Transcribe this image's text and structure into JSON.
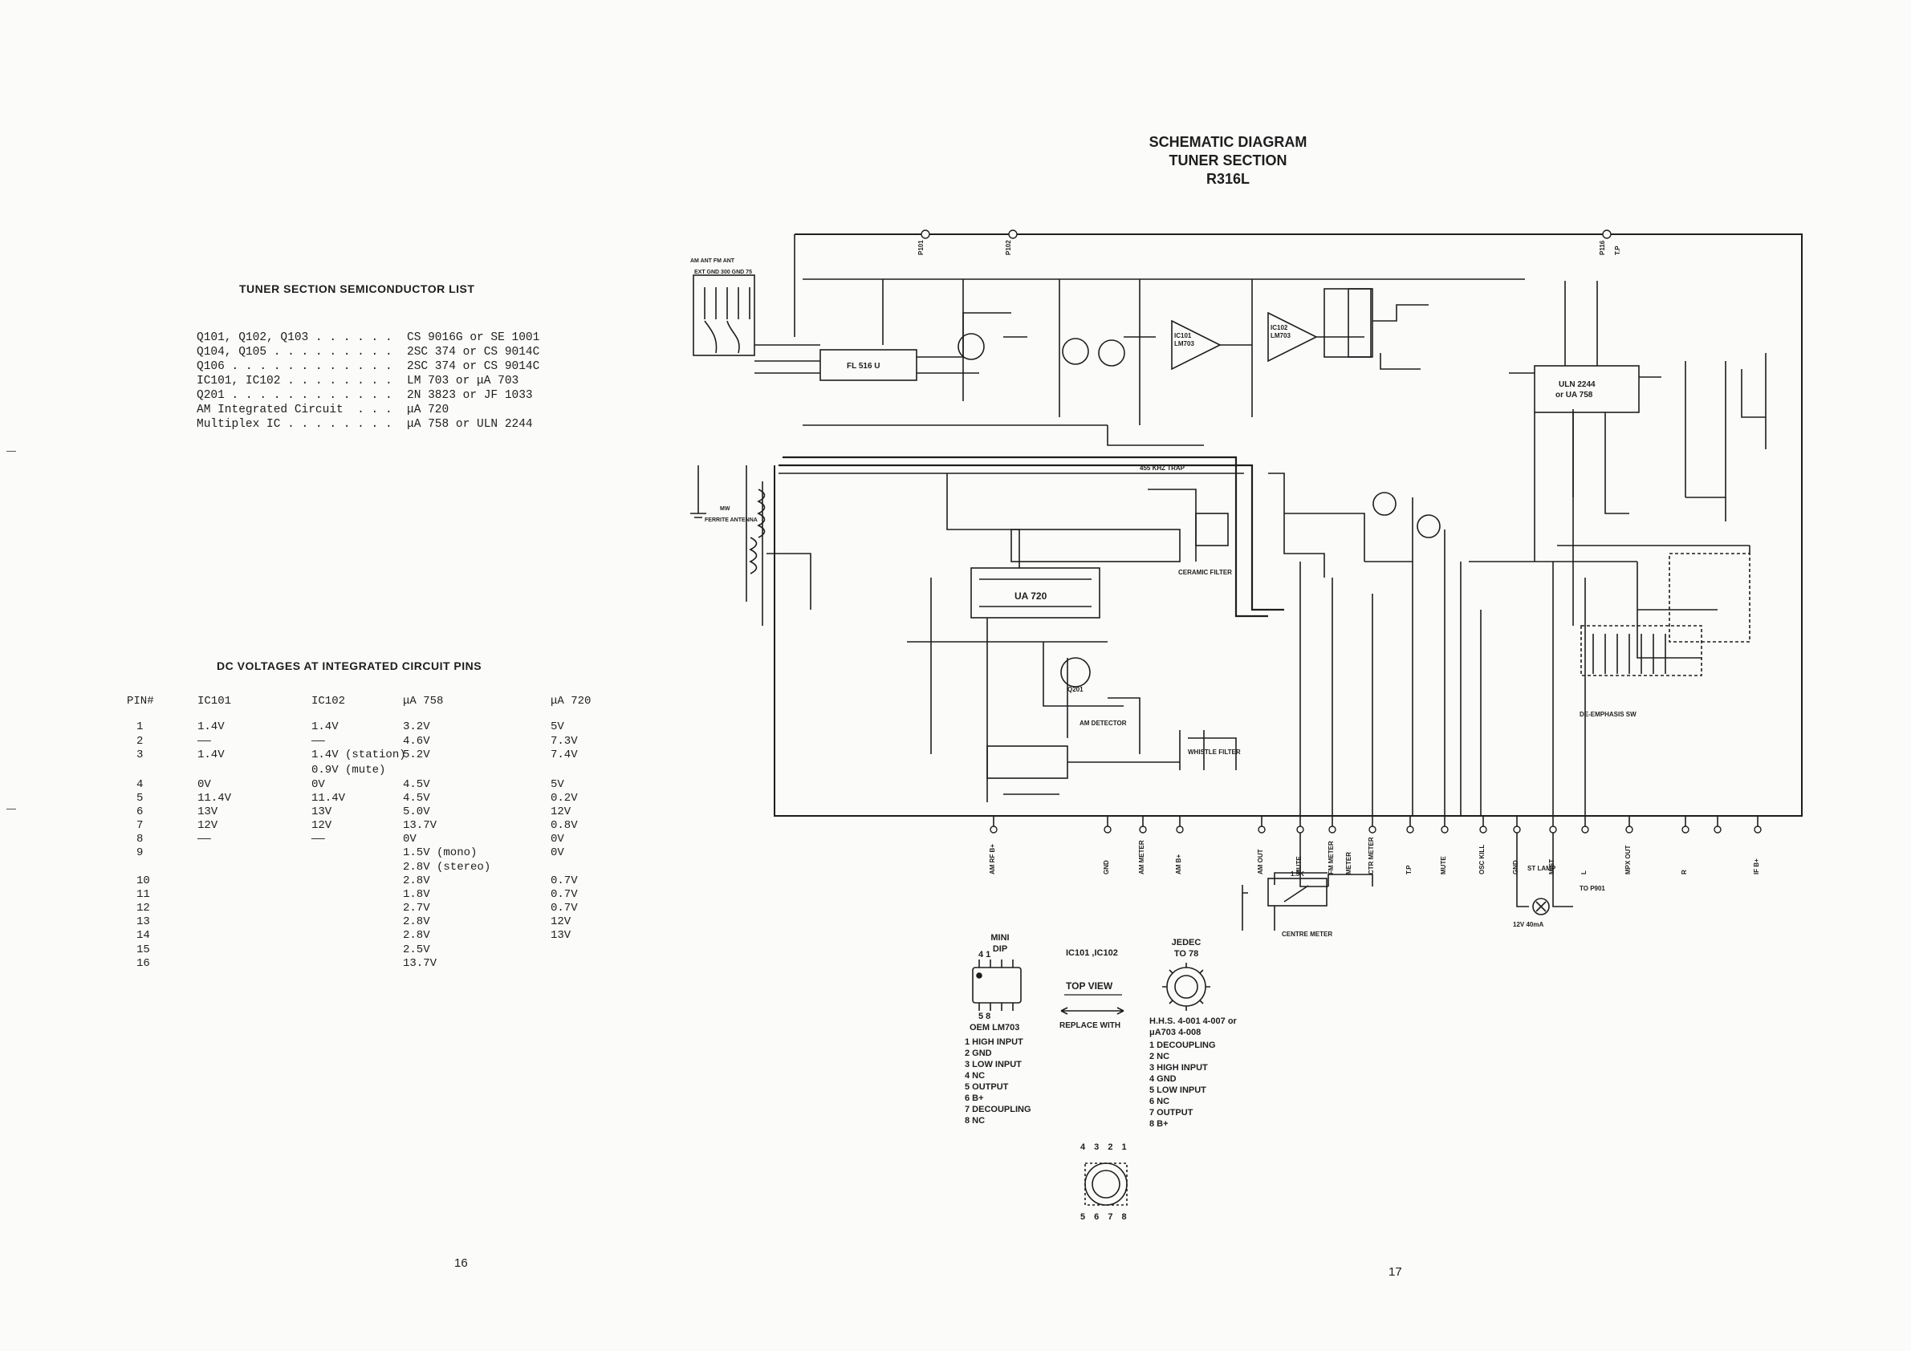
{
  "left_page": {
    "semiconductor_list": {
      "heading": "TUNER SECTION SEMICONDUCTOR LIST",
      "rows": [
        {
          "label": "Q101, Q102, Q103 . . . . . .",
          "part": "CS 9016G or SE 1001"
        },
        {
          "label": "Q104, Q105 . . . . . . . . .",
          "part": "2SC 374 or CS 9014C"
        },
        {
          "label": "Q106 . . . . . . . . . . . .",
          "part": "2SC 374 or CS 9014C"
        },
        {
          "label": "IC101, IC102 . . . . . . . .",
          "part": "LM 703 or μA 703"
        },
        {
          "label": "Q201 . . . . . . . . . . . .",
          "part": "2N 3823 or JF 1033"
        },
        {
          "label": "AM Integrated Circuit  . . .",
          "part": "μA 720"
        },
        {
          "label": "Multiplex IC . . . . . . . .",
          "part": "μA 758 or ULN 2244"
        }
      ]
    },
    "dc_voltages": {
      "heading": "DC VOLTAGES AT INTEGRATED CIRCUIT PINS",
      "columns": [
        "PIN#",
        "IC101",
        "IC102",
        "μA 758",
        "μA 720"
      ],
      "rows": [
        [
          "1",
          "1.4V",
          "1.4V",
          "3.2V",
          "5V"
        ],
        [
          "2",
          "——",
          "——",
          "4.6V",
          "7.3V"
        ],
        [
          "3",
          "1.4V",
          "1.4V (station)",
          "5.2V",
          "7.4V"
        ],
        [
          "",
          "",
          "0.9V (mute)",
          "",
          ""
        ],
        [
          "4",
          "0V",
          "0V",
          "4.5V",
          "5V"
        ],
        [
          "5",
          "11.4V",
          "11.4V",
          "4.5V",
          "0.2V"
        ],
        [
          "6",
          "13V",
          "13V",
          "5.0V",
          "12V"
        ],
        [
          "7",
          "12V",
          "12V",
          "13.7V",
          "0.8V"
        ],
        [
          "8",
          "——",
          "——",
          "0V",
          "0V"
        ],
        [
          "9",
          "",
          "",
          "1.5V (mono)",
          "0V"
        ],
        [
          "",
          "",
          "",
          "2.8V (stereo)",
          ""
        ],
        [
          "10",
          "",
          "",
          "2.8V",
          "0.7V"
        ],
        [
          "11",
          "",
          "",
          "1.8V",
          "0.7V"
        ],
        [
          "12",
          "",
          "",
          "2.7V",
          "0.7V"
        ],
        [
          "13",
          "",
          "",
          "2.8V",
          "12V"
        ],
        [
          "14",
          "",
          "",
          "2.8V",
          "13V"
        ],
        [
          "15",
          "",
          "",
          "2.5V",
          ""
        ],
        [
          "16",
          "",
          "",
          "13.7V",
          ""
        ]
      ]
    },
    "page_number": "16"
  },
  "right_page": {
    "title_lines": [
      "SCHEMATIC DIAGRAM",
      "TUNER SECTION",
      "R316L"
    ],
    "page_number": "17",
    "component_labels": {
      "fl516": "FL 516 U",
      "ua720": "UA 720",
      "uln2244": "ULN 2244",
      "uln2244_alt": "or UA 758",
      "ic101": "IC101",
      "ic101_type": "LM703",
      "ic102": "IC102",
      "ic102_type": "LM703",
      "trap": "455 KHZ TRAP",
      "ceramic_filter": "CERAMIC FILTER",
      "am_detector": "AM DETECTOR",
      "whistle_filter": "WHISTLE FILTER",
      "de_emphasis": "DE-EMPHASIS SW",
      "ferrite": "FERRITE ANTENNA",
      "mw": "MW",
      "ant_header": "AM ANT  FM ANT",
      "ant_terms": "EXT GND 300  GND 75",
      "st_lamp": "ST LAMP",
      "st_lamp_spec": "12V 40mA",
      "to_p901": "TO P901",
      "centre_meter": "CENTRE METER",
      "resistor_1_5k": "1.5K",
      "q201_label": "Q201"
    },
    "bottom_connectors": [
      "AM RF B+",
      "GND",
      "AM METER",
      "AM B+",
      "AM OUT",
      "MUTE",
      "FM METER",
      "METER",
      "CTR METER",
      "T.P",
      "MUTE",
      "OSC KILL",
      "GND",
      "M/ST",
      "L",
      "MPX OUT",
      "R",
      "IF B+"
    ],
    "top_connectors": [
      "P101",
      "P102",
      "P116",
      "T.P"
    ],
    "pinout": {
      "mini_dip_label": "MINI DIP",
      "mini_dip_part": "OEM LM703",
      "ic_ref": "IC101 ,IC102",
      "top_view": "TOP VIEW",
      "replace_with": "REPLACE WITH",
      "jedec_label": "JEDEC TO 78",
      "hhs": "H.H.S. 4-001 4-007 or μA703 4-008",
      "dip_pins": [
        "1 HIGH INPUT",
        "2 GND",
        "3 LOW INPUT",
        "4 NC",
        "5 OUTPUT",
        "6 B+",
        "7 DECOUPLING",
        "8 NC"
      ],
      "to78_pins": [
        "1 DECOUPLING",
        "2 NC",
        "3 HIGH INPUT",
        "4 GND",
        "5 LOW INPUT",
        "6 NC",
        "7 OUTPUT",
        "8 B+"
      ],
      "dip_top_pins": "4 1",
      "dip_bottom_pins": "5 8",
      "round_top_pins": "4 3 2 1",
      "round_bottom_pins": "5 6 7 8"
    }
  }
}
